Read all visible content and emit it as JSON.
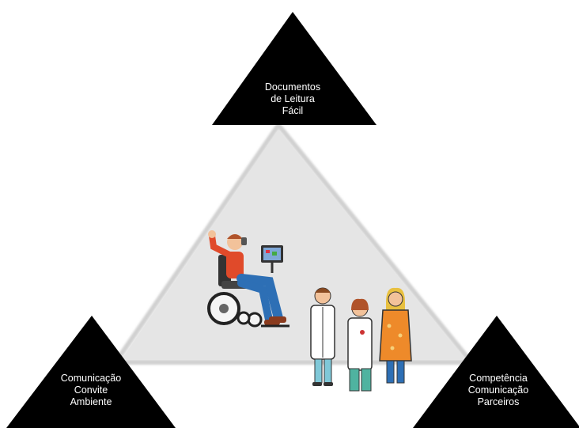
{
  "triangles": {
    "top": {
      "lines": [
        "Documentos",
        "de Leitura",
        "Fácil"
      ]
    },
    "left": {
      "lines": [
        "Comunicação",
        "Convite",
        "Ambiente"
      ]
    },
    "right": {
      "lines": [
        "Competência",
        "Comunicação",
        "Parceiros"
      ]
    }
  },
  "colors": {
    "central_fill": "#e8e8e8",
    "central_edge": "#ffffff",
    "corner_fill": "#000000",
    "label_text": "#ffffff"
  },
  "illustrations": [
    "person-in-wheelchair-with-communication-device-icon",
    "three-people-group-icon"
  ]
}
